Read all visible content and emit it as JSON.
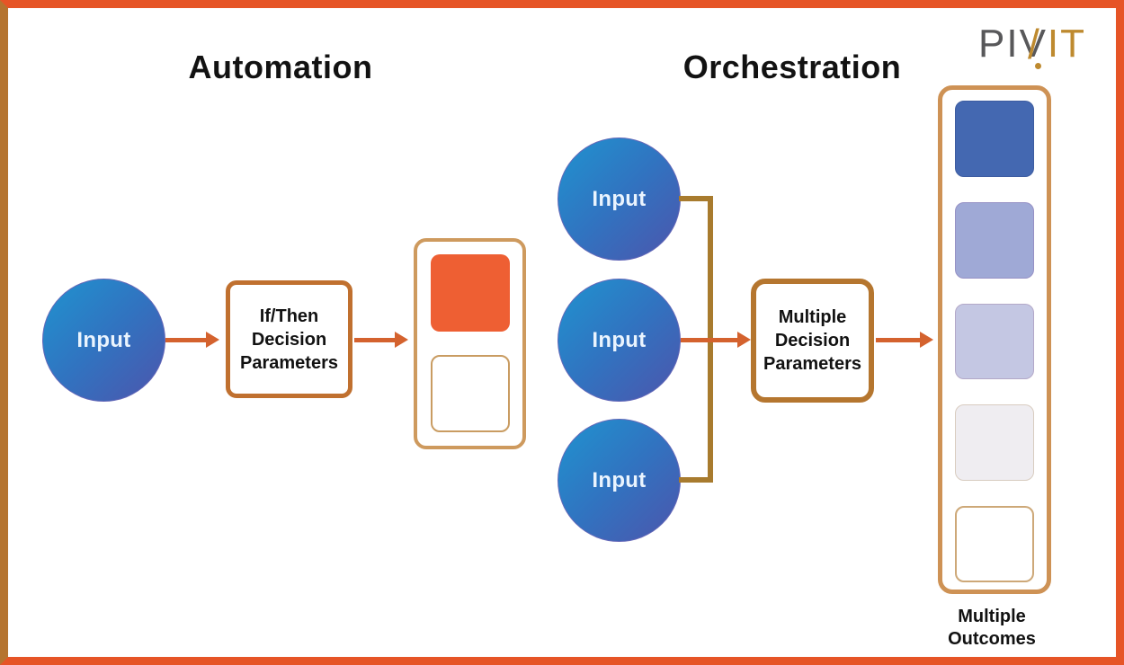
{
  "frame": {
    "border_color": "#E65426",
    "left_accent_color": "#B5742F"
  },
  "logo": {
    "prefix": "PIV",
    "slash": "/",
    "suffix": "IT",
    "gray_color": "#58585A",
    "gold_color": "#BE8A2F"
  },
  "automation": {
    "title": "Automation",
    "input": {
      "label": "Input"
    },
    "decision_box": {
      "line1": "If/Then",
      "line2": "Decision",
      "line3": "Parameters"
    },
    "outcomes": {
      "selected_color": "#EE5F33",
      "unselected_color": "#FFFFFF"
    }
  },
  "orchestration": {
    "title": "Orchestration",
    "inputs": [
      {
        "label": "Input"
      },
      {
        "label": "Input"
      },
      {
        "label": "Input"
      }
    ],
    "decision_box": {
      "line1": "Multiple",
      "line2": "Decision",
      "line3": "Parameters"
    },
    "outcomes": {
      "colors": [
        "#4468B1",
        "#9FA9D6",
        "#C4C7E3",
        "#EFEDF1",
        "#FFFFFF"
      ],
      "label_line1": "Multiple",
      "label_line2": "Outcomes"
    }
  },
  "colors": {
    "arrow": "#D4622E",
    "connector": "#A87B2E",
    "container_border": "#CE9A5E",
    "ifthen_box_border": "#C0702F",
    "multi_box_border": "#B5762F",
    "circle_gradient_start": "#2190CE",
    "circle_gradient_end": "#4D55AC",
    "heading_text": "#121212",
    "input_text": "#EAF4FE"
  }
}
